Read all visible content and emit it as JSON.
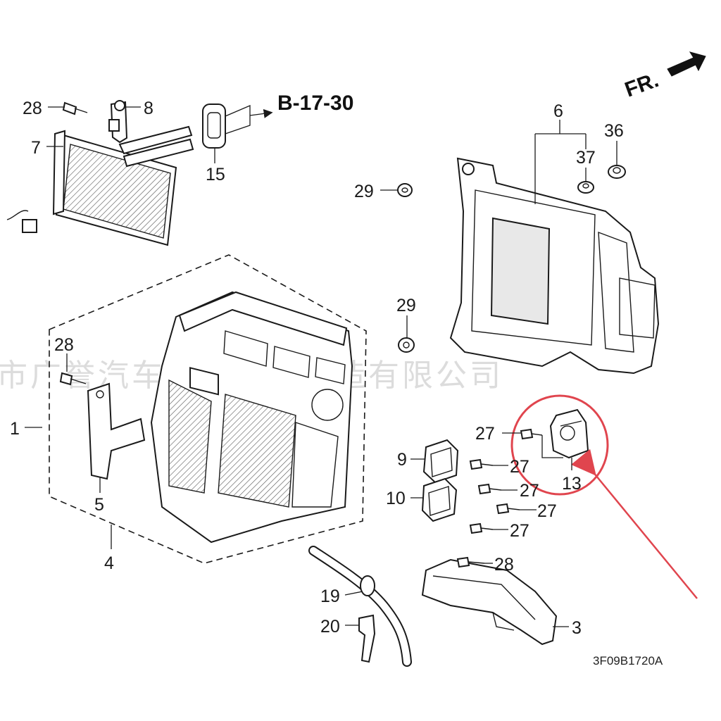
{
  "labels": {
    "l28a": "28",
    "l8": "8",
    "l7": "7",
    "l15": "15",
    "lref": "B-17-30",
    "lfr": "FR.",
    "l6": "6",
    "l36": "36",
    "l37": "37",
    "l29a": "29",
    "l29b": "29",
    "l28b": "28",
    "l1": "1",
    "l5": "5",
    "l4": "4",
    "l27a": "27",
    "l13": "13",
    "l9": "9",
    "l27b": "27",
    "l10": "10",
    "l27c": "27",
    "l27d": "27",
    "l27e": "27",
    "l28c": "28",
    "l19": "19",
    "l20": "20",
    "l3": "3"
  },
  "diagram_code": "3F09B1720A",
  "watermark": "市广誉汽车零部件再制造有限公司",
  "colors": {
    "highlight": "#e0454e",
    "ink": "#1a1a1a"
  }
}
